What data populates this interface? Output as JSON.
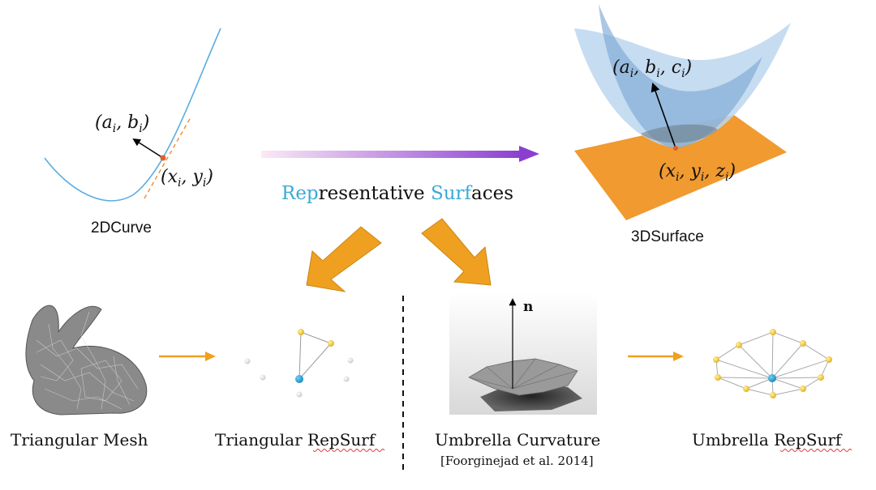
{
  "curve2d": {
    "label_a": "(a",
    "label_a_sub": "i",
    "label_b": ", b",
    "label_b_sub": "i",
    "label_close": ")",
    "label_x": "(x",
    "label_x_sub": "i",
    "label_y": ", y",
    "label_y_sub": "i",
    "caption": "2DCurve"
  },
  "surface3d": {
    "label_a": "(a",
    "label_a_sub": "i",
    "label_b": ", b",
    "label_b_sub": "i",
    "label_c": ", c",
    "label_c_sub": "i",
    "label_close": ")",
    "label_x": "(x",
    "label_x_sub": "i",
    "label_y": ", y",
    "label_y_sub": "i",
    "label_z": ", z",
    "label_z_sub": "i",
    "caption": "3DSurface"
  },
  "title": {
    "part1_highlight": "Rep",
    "part2": "resentative ",
    "part3_highlight": "Surf",
    "part4": "aces"
  },
  "bottom": {
    "triangular_mesh": "Triangular Mesh",
    "triangular_repsurf_1": "Triangular ",
    "triangular_repsurf_2": "RepSurf",
    "umbrella_curvature": "Umbrella Curvature",
    "umbrella_citation": "[Foorginejad et al. 2014]",
    "umbrella_repsurf_1": "Umbrella ",
    "umbrella_repsurf_2": "RepSurf",
    "normal_label": "n"
  },
  "colors": {
    "highlight": "#3aa9d8",
    "arrow_orange": "#f0a020",
    "plane_orange": "#f09a30",
    "curve_blue": "#5aaee0",
    "gradient_start": "#f7d7ee",
    "gradient_end": "#8b3fd0"
  }
}
